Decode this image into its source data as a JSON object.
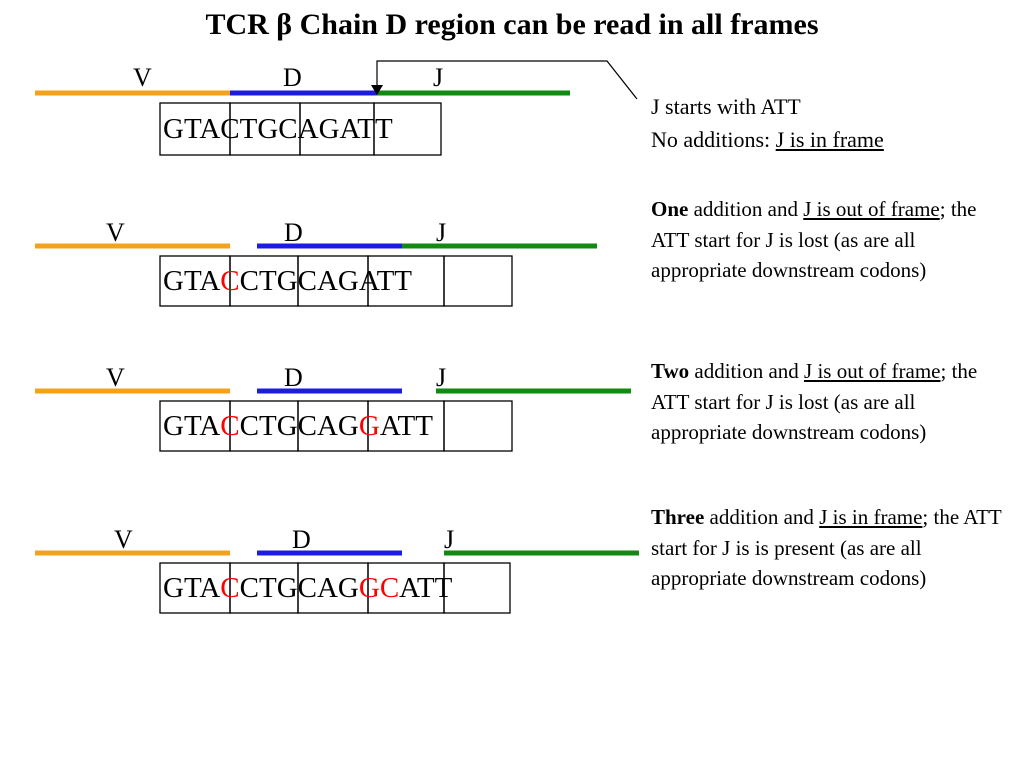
{
  "slide": {
    "title": "TCR β Chain D region can be read in all frames"
  },
  "colors": {
    "v_segment": "#f5a21b",
    "d_segment": "#1c1ce0",
    "j_segment": "#118a11",
    "inserted_base": "#ff0000"
  },
  "rows": [
    {
      "segment_labels": {
        "v": "V",
        "d": "D",
        "j": "J"
      },
      "codons": {
        "seg1": "GTA",
        "seg2": "CTG",
        "seg3": "CAG",
        "seg4": "ATT",
        "seg5": ""
      },
      "note": {
        "line1": "J starts with ATT",
        "line2_prefix": "No additions: ",
        "line2_underline": "J is in frame"
      }
    },
    {
      "segment_labels": {
        "v": "V",
        "d": "D",
        "j": "J"
      },
      "codons": {
        "seg1": "GTA",
        "seg2_red": "C",
        "seg3": "CT",
        "seg4": "GCA",
        "seg5": "GATT"
      },
      "note": {
        "bold": "One",
        "text1": " addition and ",
        "underline": "J is out of frame",
        "text2": "; the ATT start for J is lost (as are all appropriate downstream codons)"
      }
    },
    {
      "segment_labels": {
        "v": "V",
        "d": "D",
        "j": "J"
      },
      "codons": {
        "seg1": "GTA",
        "seg2_red": "C",
        "seg3": "CT",
        "seg4": "GCA",
        "seg5": "G",
        "seg6_red": "G",
        "seg7": "ATT"
      },
      "note": {
        "bold": "Two",
        "text1": " addition and ",
        "underline": "J is out of frame",
        "text2": "; the ATT start for J is lost (as are all appropriate downstream codons)"
      }
    },
    {
      "segment_labels": {
        "v": "V",
        "d": "D",
        "j": "J"
      },
      "codons": {
        "seg1": "GTA",
        "seg2_red": "C",
        "seg3": "CT",
        "seg4": "GCA",
        "seg5": "G",
        "seg6_red": "GC",
        "seg7": "ATT"
      },
      "note": {
        "bold": "Three",
        "text1": " addition and ",
        "underline": "J is in frame",
        "text2": "; the ATT start for J is is present (as are all appropriate downstream codons)"
      }
    }
  ]
}
